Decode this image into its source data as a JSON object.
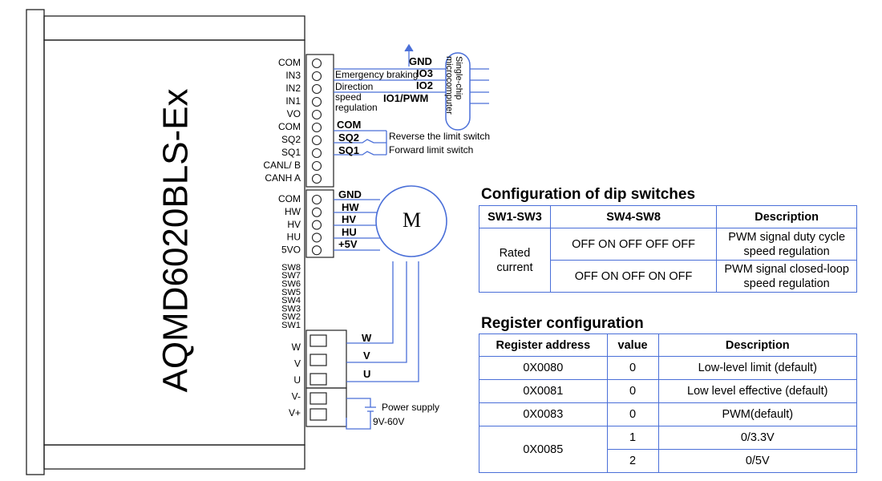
{
  "driver": {
    "model": "AQMD6020BLS-Ex",
    "terminals_upper": [
      "COM",
      "IN3",
      "IN2",
      "IN1",
      "VO",
      "COM",
      "SQ2",
      "SQ1",
      "CANL/ B",
      "CANH A"
    ],
    "terminals_hall": [
      "COM",
      "HW",
      "HV",
      "HU",
      "5VO"
    ],
    "dip_labels": [
      "SW8",
      "SW7",
      "SW6",
      "SW5",
      "SW4",
      "SW3",
      "SW2",
      "SW1"
    ],
    "terminals_power": [
      "W",
      "V",
      "U",
      "V-",
      "V+"
    ]
  },
  "wiring": {
    "gnd_top": "GND",
    "emergency_label": "Emergency braking",
    "io3": "IO3",
    "direction_label": "Direction",
    "io2": "IO2",
    "speed_label_1": "speed",
    "speed_label_2": "regulation",
    "io1": "IO1/PWM",
    "mcu_line1": "Single-chip",
    "mcu_line2": "microcomputer",
    "com": "COM",
    "sq2": "SQ2",
    "sq2_desc": "Reverse the limit switch",
    "sq1": "SQ1",
    "sq1_desc": "Forward limit switch",
    "hall_gnd": "GND",
    "hall_hw": "HW",
    "hall_hv": "HV",
    "hall_hu": "HU",
    "hall_5v": "+5V",
    "motor": "M",
    "phase_w": "W",
    "phase_v": "V",
    "phase_u": "U",
    "power_label": "Power supply",
    "power_voltage": "9V-60V"
  },
  "dip_table": {
    "title": "Configuration of dip switches",
    "headers": [
      "SW1-SW3",
      "SW4-SW8",
      "Description"
    ],
    "group": "Rated current",
    "rows": [
      {
        "sw48": "OFF ON OFF OFF OFF",
        "desc": "PWM signal duty cycle speed regulation"
      },
      {
        "sw48": "OFF ON OFF ON OFF",
        "desc": "PWM signal closed-loop speed regulation"
      }
    ]
  },
  "reg_table": {
    "title": "Register configuration",
    "headers": [
      "Register address",
      "value",
      "Description"
    ],
    "rows": [
      {
        "addr": "0X0080",
        "value": "0",
        "desc": "Low-level limit (default)"
      },
      {
        "addr": "0X0081",
        "value": "0",
        "desc": "Low level effective (default)"
      },
      {
        "addr": "0X0083",
        "value": "0",
        "desc": "PWM(default)"
      },
      {
        "addr": "0X0085",
        "value": "1",
        "desc": "0/3.3V"
      },
      {
        "addr": "",
        "value": "2",
        "desc": "0/5V"
      }
    ]
  },
  "colors": {
    "wire": "#4a6fd8",
    "table_border": "#4a6fd8",
    "outline": "#222222"
  }
}
